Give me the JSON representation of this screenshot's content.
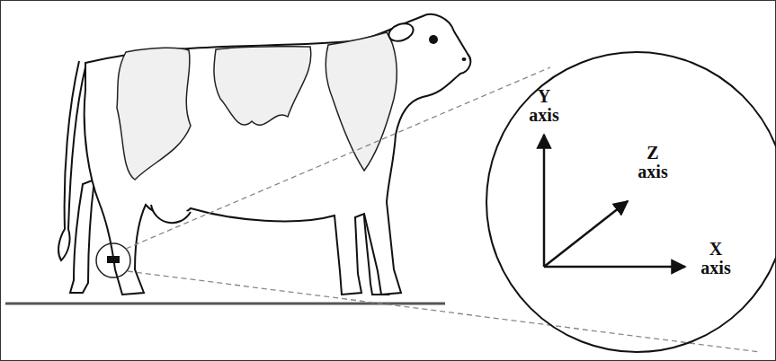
{
  "diagram": {
    "nodes": [
      {
        "text": [
          "Y axis",
          "Z axis",
          "X axis"
        ]
      }
    ]
  }
}
